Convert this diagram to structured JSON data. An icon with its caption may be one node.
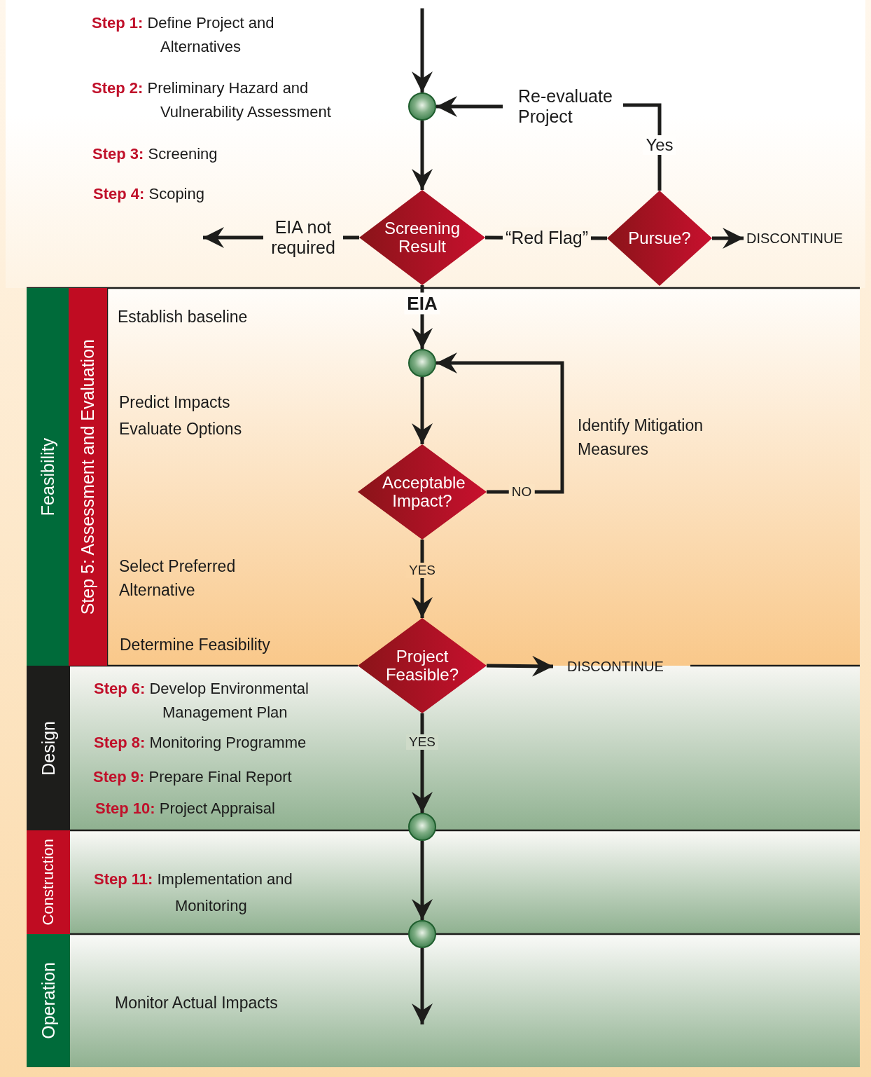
{
  "diagram": {
    "nodes": [
      {
        "text": [],
        "shape": "circle"
      },
      {
        "text": [
          "Re-evaluate Project"
        ]
      },
      {
        "text": [
          "EIA not required"
        ]
      },
      {
        "text": [
          "Screening Result"
        ]
      },
      {
        "text": [
          "Pursue?"
        ]
      },
      {
        "text": [
          "DISCONTINUE"
        ]
      },
      {
        "text": [
          "Feasibility"
        ]
      },
      {
        "text": [
          "Step 5: Assessment and Evaluation"
        ]
      },
      {
        "text": [],
        "shape": "circle"
      },
      {
        "text": [
          "Acceptable Impact?"
        ]
      },
      {
        "text": [
          "Project Feasible?"
        ]
      },
      {
        "text": [
          "DISCONTINUE"
        ]
      },
      {
        "text": [
          "Design"
        ]
      },
      {
        "text": [],
        "shape": "circle"
      },
      {
        "text": [
          "Construction"
        ]
      },
      {
        "text": [],
        "shape": "circle"
      },
      {
        "text": [
          "Operation"
        ]
      }
    ],
    "edges": [
      {
        "from": null,
        "to": 0,
        "arrow": "to"
      },
      {
        "from": 1,
        "to": 0,
        "arrow": "to"
      },
      {
        "from": 4,
        "to": 1,
        "arrow": "none",
        "label": "Yes"
      },
      {
        "from": 3,
        "to": 2,
        "arrow": "none"
      },
      {
        "from": 2,
        "to": null,
        "arrow": "to"
      },
      {
        "from": 3,
        "to": 4,
        "arrow": "none",
        "label": "“Red Flag”"
      },
      {
        "from": 4,
        "to": 5,
        "arrow": "to"
      },
      {
        "from": 0,
        "to": 3,
        "arrow": "to"
      },
      {
        "from": 3,
        "to": 8,
        "arrow": "to",
        "label": "EIA"
      },
      {
        "from": 8,
        "to": 9,
        "arrow": "to"
      },
      {
        "from": 9,
        "to": 8,
        "arrow": "to",
        "label": "NO"
      },
      {
        "from": 9,
        "to": 10,
        "arrow": "to",
        "label": "YES"
      },
      {
        "from": 10,
        "to": 11,
        "arrow": "to"
      },
      {
        "from": 10,
        "to": 13,
        "arrow": "to",
        "label": "YES"
      },
      {
        "from": 13,
        "to": 15,
        "arrow": "to"
      },
      {
        "from": 15,
        "to": null,
        "arrow": "to"
      }
    ],
    "labels": [
      "**Step 1:** Define Project and Alternatives",
      "**Step 2:** Preliminary Hazard and Vulnerability Assessment",
      "**Step 3:** Screening",
      "**Step 4:** Scoping",
      "Establish baseline",
      "Predict Impacts",
      "Evaluate Options",
      "Identify Mitigation Measures",
      "Select Preferred Alternative",
      "Determine Feasibility",
      "**Step 6:** Develop Environmental Management Plan",
      "**Step 8:** Monitoring Programme",
      "**Step 9:** Prepare Final Report",
      "**Step 10:** Project Appraisal",
      "**Step 11:** Implementation and Monitoring",
      "Monitor Actual Impacts"
    ]
  }
}
